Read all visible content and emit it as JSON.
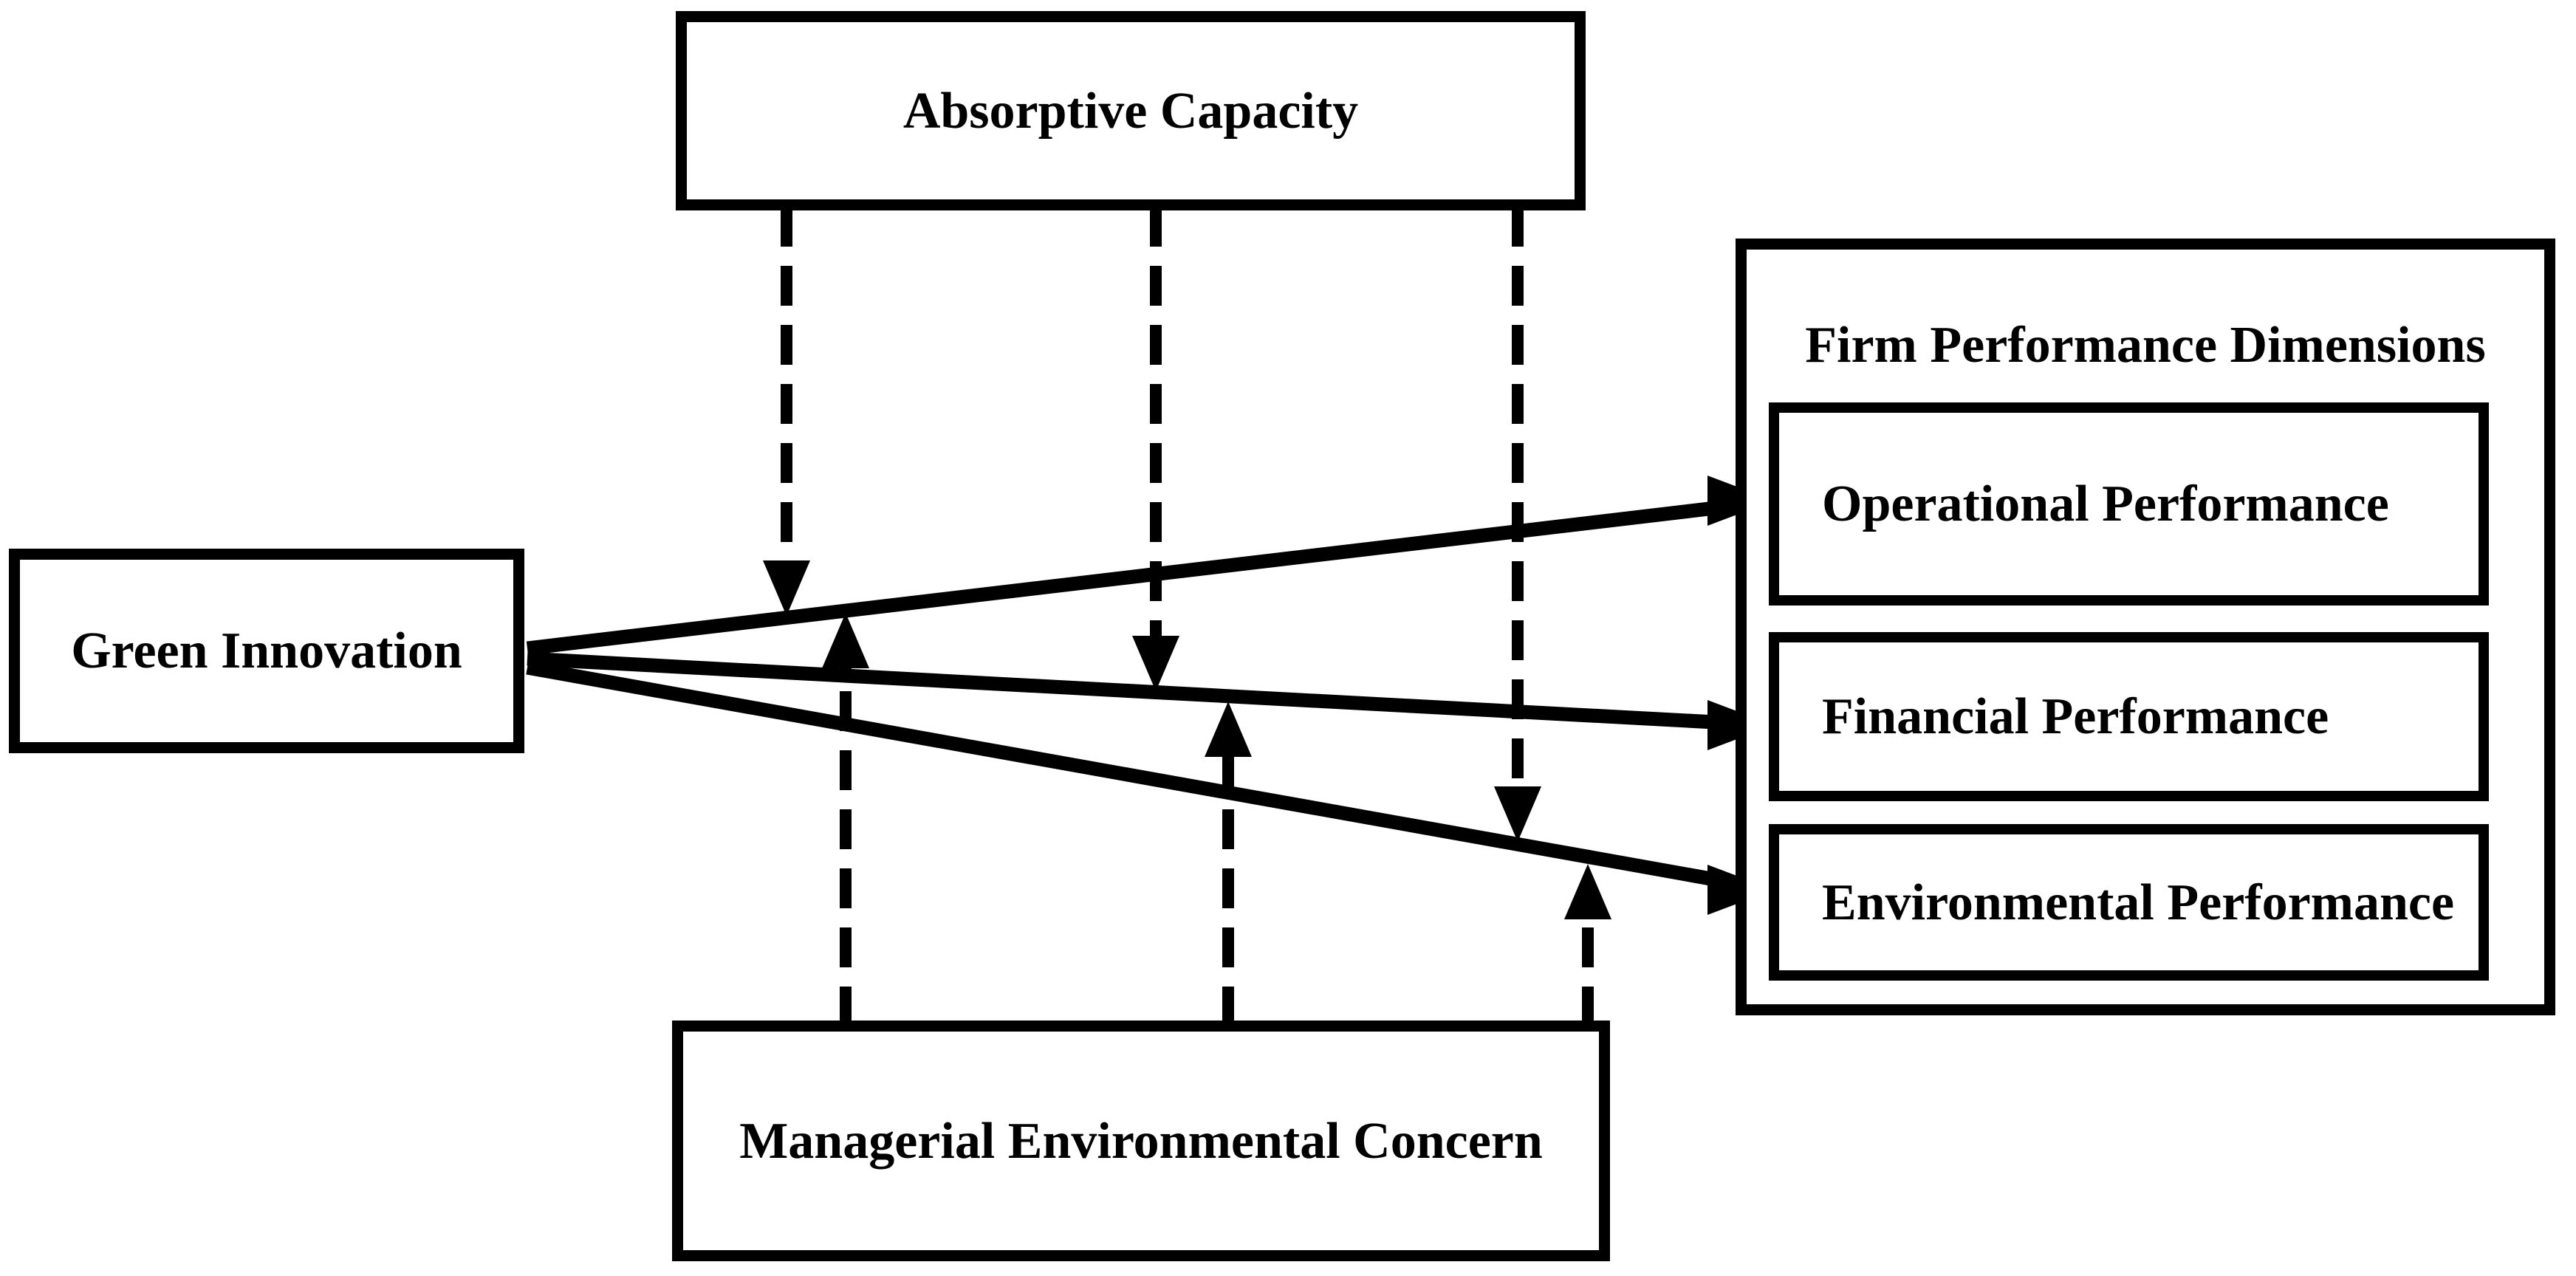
{
  "diagram": {
    "nodes": {
      "absorptive_capacity": {
        "label": "Absorptive Capacity"
      },
      "green_innovation": {
        "label": "Green Innovation"
      },
      "managerial_environmental_concern": {
        "label": "Managerial Environmental Concern"
      },
      "firm_performance": {
        "label": "Firm Performance Dimensions"
      },
      "operational_performance": {
        "label": "Operational Performance"
      },
      "financial_performance": {
        "label": "Financial Performance"
      },
      "environmental_performance": {
        "label": "Environmental Performance"
      }
    },
    "edges": [
      {
        "from": "green_innovation",
        "to": "operational_performance",
        "style": "solid",
        "type": "direct-effect"
      },
      {
        "from": "green_innovation",
        "to": "financial_performance",
        "style": "solid",
        "type": "direct-effect"
      },
      {
        "from": "green_innovation",
        "to": "environmental_performance",
        "style": "solid",
        "type": "direct-effect"
      },
      {
        "from": "absorptive_capacity",
        "to": "green_innovation-operational_performance-path",
        "style": "dashed",
        "type": "moderation"
      },
      {
        "from": "absorptive_capacity",
        "to": "green_innovation-financial_performance-path",
        "style": "dashed",
        "type": "moderation"
      },
      {
        "from": "absorptive_capacity",
        "to": "green_innovation-environmental_performance-path",
        "style": "dashed",
        "type": "moderation"
      },
      {
        "from": "managerial_environmental_concern",
        "to": "green_innovation-operational_performance-path",
        "style": "dashed",
        "type": "moderation"
      },
      {
        "from": "managerial_environmental_concern",
        "to": "green_innovation-financial_performance-path",
        "style": "dashed",
        "type": "moderation"
      },
      {
        "from": "managerial_environmental_concern",
        "to": "green_innovation-environmental_performance-path",
        "style": "dashed",
        "type": "moderation"
      }
    ],
    "colors": {
      "line": "#000000",
      "background": "#ffffff",
      "text": "#000000"
    }
  }
}
